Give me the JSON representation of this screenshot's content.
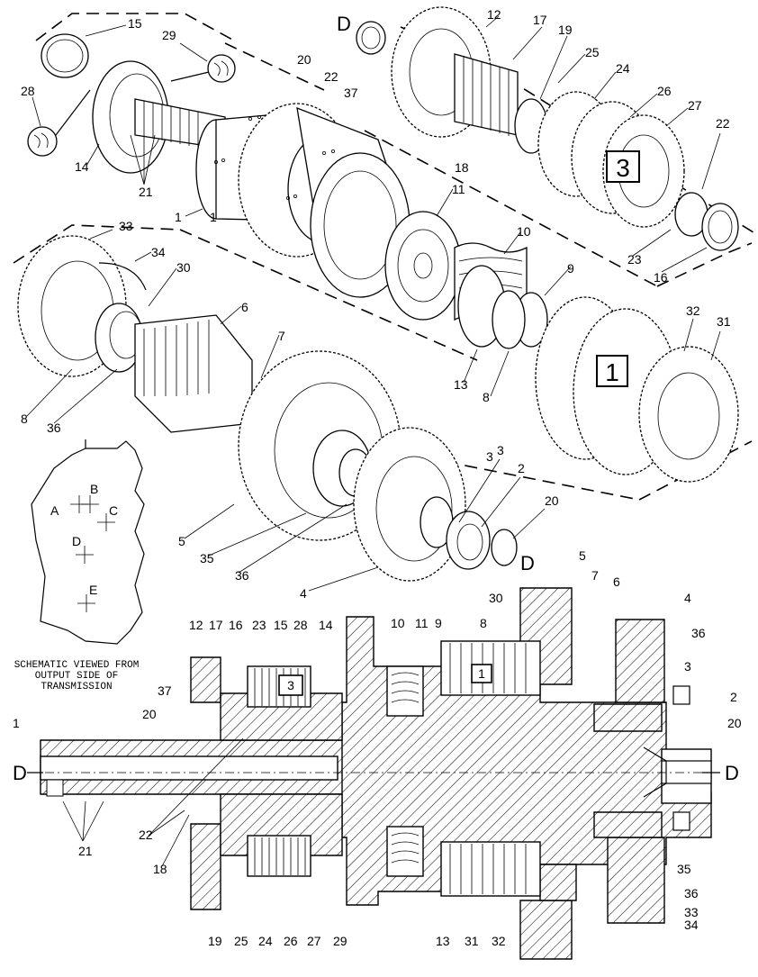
{
  "schematic": {
    "caption_lines": [
      "SCHEMATIC VIEWED FROM",
      "OUTPUT SIDE OF",
      "TRANSMISSION"
    ],
    "points": [
      "A",
      "B",
      "C",
      "D",
      "E"
    ]
  },
  "section_markers": {
    "left": "D",
    "right": "D"
  },
  "exploded_markers": {
    "top": "D",
    "bottom": "D"
  },
  "boxed_numbers": [
    "3",
    "1"
  ],
  "exploded_top_labels": [
    "15",
    "29",
    "28",
    "14",
    "21",
    "1",
    "12",
    "17",
    "19",
    "20",
    "22",
    "37",
    "25",
    "24",
    "26",
    "27",
    "22",
    "18",
    "3",
    "23",
    "16",
    "11",
    "10",
    "9"
  ],
  "exploded_bottom_labels": [
    "33",
    "34",
    "30",
    "6",
    "7",
    "8",
    "36",
    "5",
    "35",
    "36",
    "4",
    "3",
    "2",
    "20",
    "13",
    "8",
    "32",
    "31",
    "1"
  ],
  "section_top_labels": [
    "12",
    "17",
    "16",
    "23",
    "15",
    "28",
    "14",
    "10",
    "11",
    "9",
    "8",
    "30",
    "5",
    "7",
    "6",
    "4",
    "36",
    "3",
    "2",
    "20",
    "37",
    "20",
    "1"
  ],
  "section_bottom_labels": [
    "21",
    "22",
    "18",
    "19",
    "25",
    "24",
    "26",
    "27",
    "29",
    "13",
    "31",
    "32",
    "35",
    "36",
    "33",
    "34"
  ],
  "section_boxed": [
    "3",
    "1"
  ]
}
